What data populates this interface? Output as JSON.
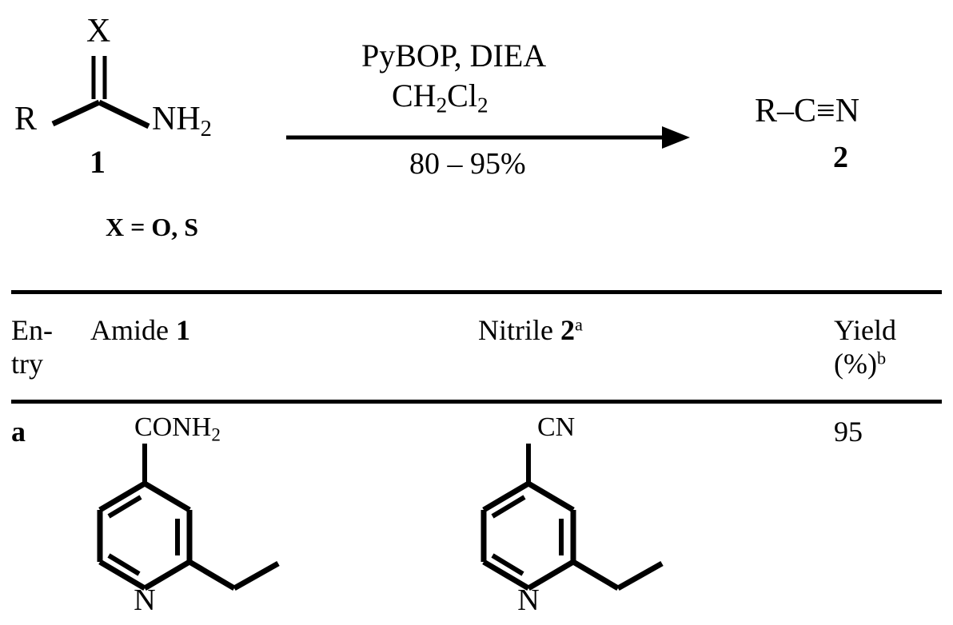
{
  "scheme": {
    "reactant": {
      "heteroatom_label": "X",
      "r_group_label": "R",
      "amine_label": "NH",
      "amine_sub": "2",
      "compound_number": "1",
      "x_definition": "X = O, S"
    },
    "conditions": {
      "reagents": "PyBOP, DIEA",
      "solvent_main": "CH",
      "solvent_sub1": "2",
      "solvent_mid": "Cl",
      "solvent_sub2": "2",
      "yield_range": "80 – 95%"
    },
    "product": {
      "formula": "R–C≡N",
      "compound_number": "2"
    }
  },
  "table": {
    "headers": {
      "entry_line1": "En-",
      "entry_line2": "try",
      "amide": "Amide ",
      "amide_bold": "1",
      "nitrile": "Nitrile ",
      "nitrile_bold": "2",
      "nitrile_footnote": "a",
      "yield_line1": "Yield",
      "yield_line2": "(%)",
      "yield_footnote": "b"
    },
    "rows": [
      {
        "entry": "a",
        "amide_group_label": "CONH",
        "amide_group_sub": "2",
        "amide_core": "2-ethylpyridin-4-yl",
        "nitrile_group_label": "CN",
        "nitrile_core": "2-ethylpyridin-4-yl",
        "yield": "95"
      }
    ]
  },
  "chart_data": {
    "type": "table",
    "title": "PyBOP-mediated dehydration of amides to nitriles",
    "columns": [
      "Entry",
      "Amide 1",
      "Nitrile 2",
      "Yield (%)"
    ],
    "rows": [
      [
        "a",
        "2-ethylisonicotinamide",
        "2-ethylpyridine-4-carbonitrile",
        95
      ]
    ],
    "reaction": {
      "substrate": "R-C(=X)-NH2 (1), X = O, S",
      "reagents": "PyBOP, DIEA",
      "solvent": "CH2Cl2",
      "product": "R-C≡N (2)",
      "yield_range": "80-95%"
    }
  },
  "colors": {
    "ink": "#000000",
    "background": "#ffffff"
  }
}
